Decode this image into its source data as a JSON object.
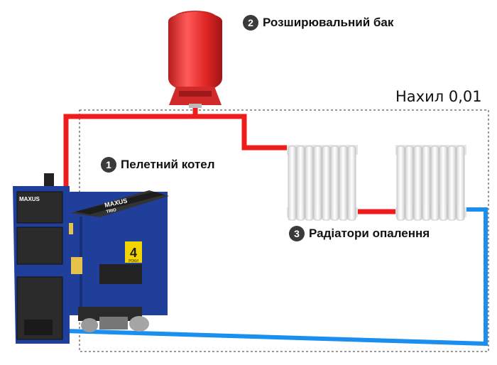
{
  "labels": {
    "expansion_tank": {
      "number": "2",
      "text": "Розширювальний бак"
    },
    "pellet_boiler": {
      "number": "1",
      "text": "Пелетний котел"
    },
    "radiators": {
      "number": "3",
      "text": "Радіатори опалення"
    },
    "slope": "Нахил 0,01"
  },
  "boiler_branding": {
    "brand": "MAXUS",
    "model": "TRIO",
    "warranty_years": "4",
    "warranty_unit": "РОКИ"
  },
  "colors": {
    "supply_pipe": "#ee1c1c",
    "return_pipe": "#1a8ff0",
    "boiler_body": "#1f3f9a",
    "tank": "#e03b3b",
    "radiator": "#f2f2f2"
  }
}
